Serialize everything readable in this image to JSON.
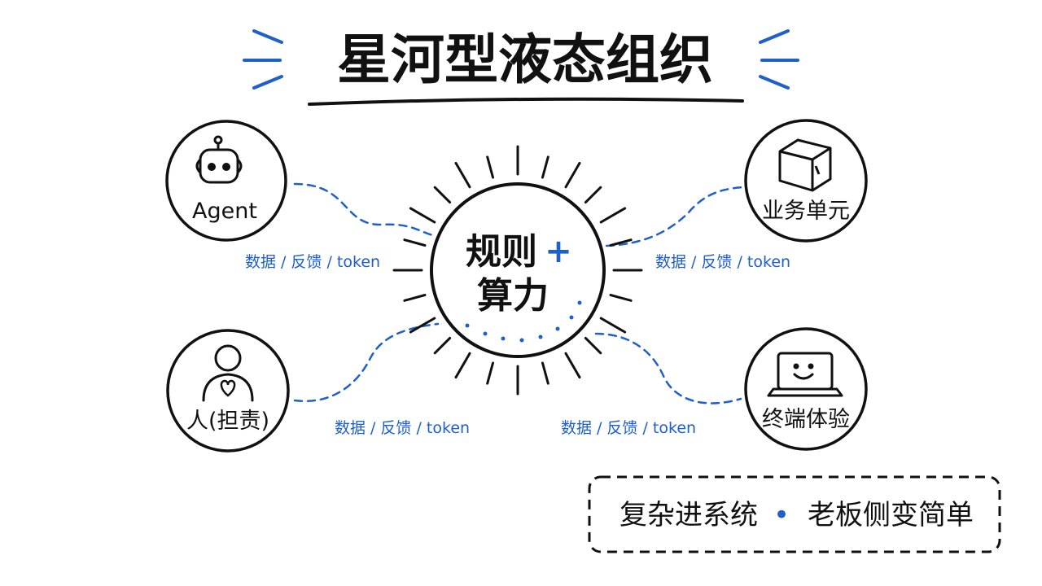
{
  "title": "星河型液态组织",
  "center": {
    "line1": "规则",
    "plus": "+",
    "line2": "算力"
  },
  "nodes": [
    {
      "id": "agent",
      "label": "Agent",
      "icon": "robot-icon"
    },
    {
      "id": "business",
      "label": "业务单元",
      "icon": "box-icon"
    },
    {
      "id": "human",
      "label": "人(担责)",
      "icon": "person-heart-icon"
    },
    {
      "id": "terminal",
      "label": "终端体验",
      "icon": "laptop-smile-icon"
    }
  ],
  "edge_labels": {
    "agent": "数据 / 反馈 / token",
    "business": "数据 / 反馈 / token",
    "human": "数据 / 反馈 / token",
    "terminal": "数据 / 反馈 / token"
  },
  "footer": {
    "left": "复杂进系统",
    "bullet": "•",
    "right": "老板侧变简单"
  },
  "colors": {
    "accent": "#1f5fc9",
    "ink": "#111111",
    "background": "#ffffff"
  }
}
